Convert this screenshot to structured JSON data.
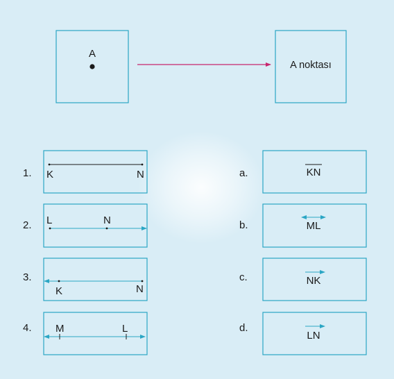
{
  "example": {
    "point_label": "A",
    "result_label": "A noktası"
  },
  "items": [
    {
      "number": "1.",
      "labels": [
        "K",
        "N"
      ]
    },
    {
      "number": "2.",
      "labels": [
        "L",
        "N"
      ]
    },
    {
      "number": "3.",
      "labels": [
        "K",
        "N"
      ]
    },
    {
      "number": "4.",
      "labels": [
        "M",
        "L"
      ]
    }
  ],
  "answers": [
    {
      "letter": "a.",
      "notation": "KN",
      "symbol": "segment"
    },
    {
      "letter": "b.",
      "notation": "ML",
      "symbol": "line"
    },
    {
      "letter": "c.",
      "notation": "NK",
      "symbol": "ray"
    },
    {
      "letter": "d.",
      "notation": "LN",
      "symbol": "ray"
    }
  ],
  "colors": {
    "background": "#d9edf6",
    "box_border": "#2ba6c4",
    "box_fill": "#ffffff",
    "arrow_magenta": "#c8266e",
    "line_cyan": "#2ba6c4"
  }
}
